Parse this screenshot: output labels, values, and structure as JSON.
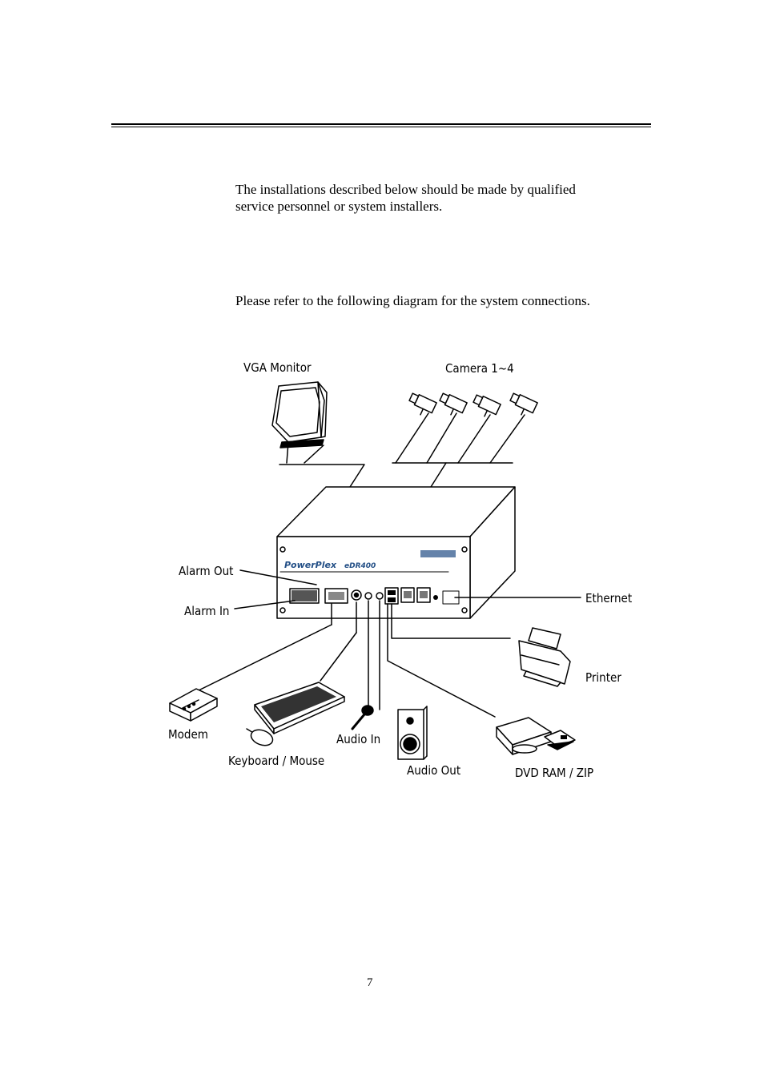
{
  "intro": {
    "line1": "The installations described below should be made by qualified",
    "line2": "service personnel or system installers."
  },
  "instruction": "Please refer to the following diagram for the system connections.",
  "diagram": {
    "labels": {
      "vga_monitor": "VGA Monitor",
      "cameras": "Camera 1~4",
      "alarm_out": "Alarm Out",
      "alarm_in": "Alarm In",
      "ethernet": "Ethernet",
      "printer": "Printer",
      "modem": "Modem",
      "keyboard_mouse": "Keyboard / Mouse",
      "audio_in": "Audio In",
      "audio_out": "Audio Out",
      "dvd_zip": "DVD RAM / ZIP"
    },
    "device": {
      "brand": "PowerPlex",
      "model": "eDR400"
    }
  },
  "page_number": "7"
}
